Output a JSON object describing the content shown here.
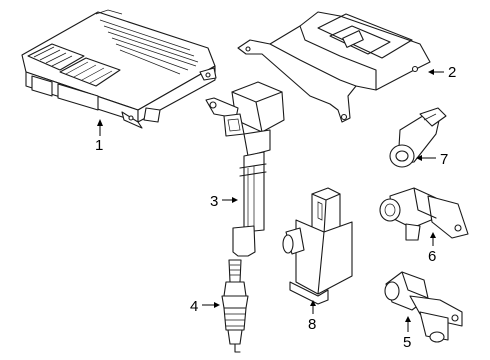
{
  "callouts": [
    {
      "id": "ecm",
      "label": "1"
    },
    {
      "id": "bracket",
      "label": "2"
    },
    {
      "id": "coil",
      "label": "3"
    },
    {
      "id": "spark-plug",
      "label": "4"
    },
    {
      "id": "crank-sensor",
      "label": "5"
    },
    {
      "id": "cam-sensor",
      "label": "6"
    },
    {
      "id": "knock-sensor",
      "label": "7"
    },
    {
      "id": "map-sensor",
      "label": "8"
    }
  ]
}
